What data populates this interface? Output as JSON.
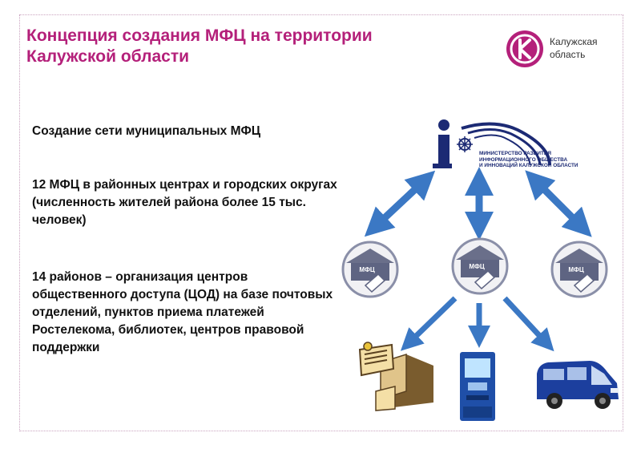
{
  "slide": {
    "title_line1": "Концепция создания МФЦ на территории",
    "title_line2": "Калужской области",
    "brand_text": "Калужская\nобласть",
    "ministry_text": "Министерство развития\nинформационного общества\nи инноваций Калужской области",
    "text1": "Создание сети муниципальных МФЦ",
    "text2": "12 МФЦ в районных центрах и городских округах (численность жителей района более 15 тыс. человек)",
    "text3": "14 районов – организация центров общественного доступа (ЦОД) на базе почтовых отделений, пунктов приема платежей Ростелекома, библиотек, центров правовой поддержки",
    "mfc_label": "МФЦ",
    "colors": {
      "accent": "#b4207a",
      "arrow": "#3b78c4",
      "navy": "#1c2a74"
    }
  }
}
